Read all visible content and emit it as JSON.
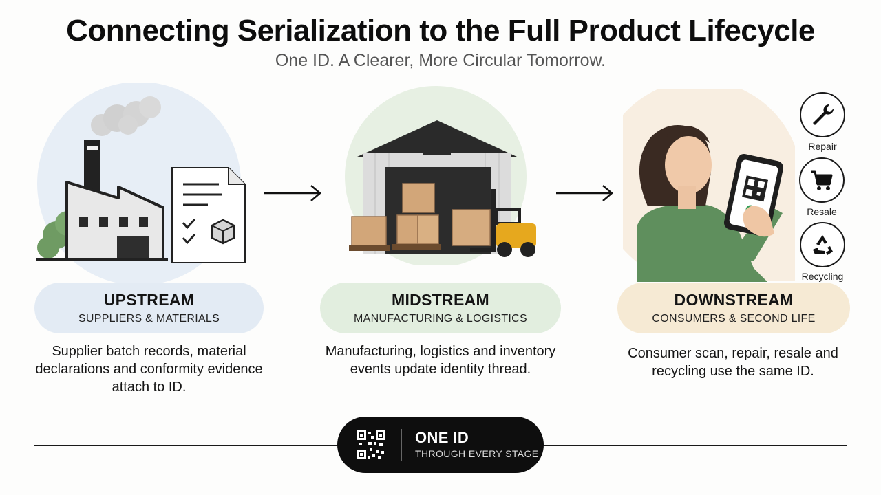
{
  "header": {
    "title": "Connecting Serialization to the Full Product Lifecycle",
    "subtitle": "One ID. A Clearer, More Circular Tomorrow."
  },
  "stages": {
    "upstream": {
      "label": "UPSTREAM",
      "sublabel": "SUPPLIERS & MATERIALS",
      "description": "Supplier batch records, material declarations and conformity evidence attach to ID.",
      "color": "#e3ebf4"
    },
    "midstream": {
      "label": "MIDSTREAM",
      "sublabel": "MANUFACTURING & LOGISTICS",
      "description": "Manufacturing, logistics and inventory events update identity thread.",
      "color": "#e2eedf"
    },
    "downstream": {
      "label": "DOWNSTREAM",
      "sublabel": "CONSUMERS & SECOND LIFE",
      "description": "Consumer scan, repair, resale and recycling use the same ID.",
      "color": "#f6ead4"
    }
  },
  "second_life": {
    "repair": "Repair",
    "resale": "Resale",
    "recycling": "Recycling"
  },
  "badge": {
    "title": "ONE ID",
    "subtitle": "THROUGH EVERY STAGE"
  },
  "icons": [
    "factory-icon",
    "document-icon",
    "warehouse-icon",
    "forklift-icon",
    "person-phone-icon",
    "wrench-icon",
    "cart-icon",
    "recycle-icon",
    "qr-code-icon"
  ]
}
